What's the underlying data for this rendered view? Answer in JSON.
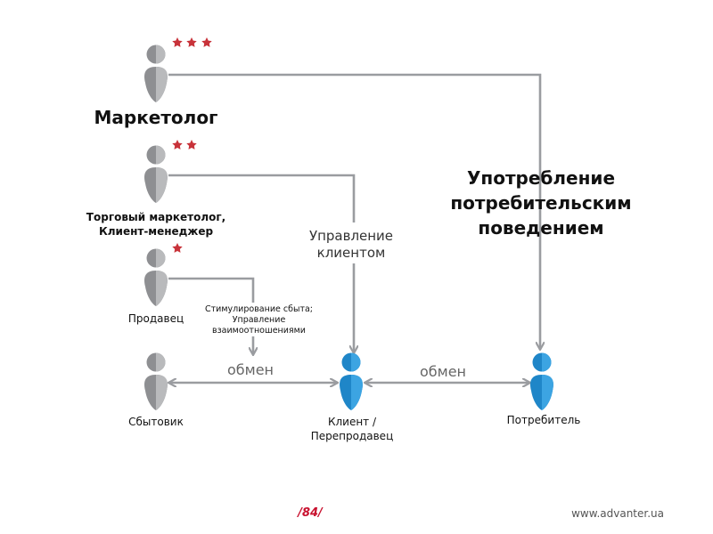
{
  "marketer": {
    "label": "Маркетолог",
    "stars": 3
  },
  "trade_marketer": {
    "label": "Торговый  маркетолог, Клиент-менеджер",
    "stars": 2
  },
  "seller": {
    "label": "Продавец",
    "stars": 1
  },
  "distributor": {
    "label": "Сбытовик"
  },
  "client": {
    "label": "Клиент /Перепродавец"
  },
  "consumer": {
    "label": "Потребитель"
  },
  "flows": {
    "promotion": "Стимулирование сбыта; Управление взаимоотношениями",
    "client_management": "Управление клиентом",
    "consumer_behavior": "Употребление потребительским поведением",
    "exchange_left": "обмен",
    "exchange_right": "обмен"
  },
  "footer": {
    "page": "/84/",
    "site": "www.advanter.ua"
  },
  "colors": {
    "person_gray": "#8e8f92",
    "person_gray_light": "#b9babc",
    "person_blue": "#1f86c8",
    "person_blue_light": "#3ca4e2",
    "star": "#c8333a",
    "line": "#9a9ca0"
  }
}
